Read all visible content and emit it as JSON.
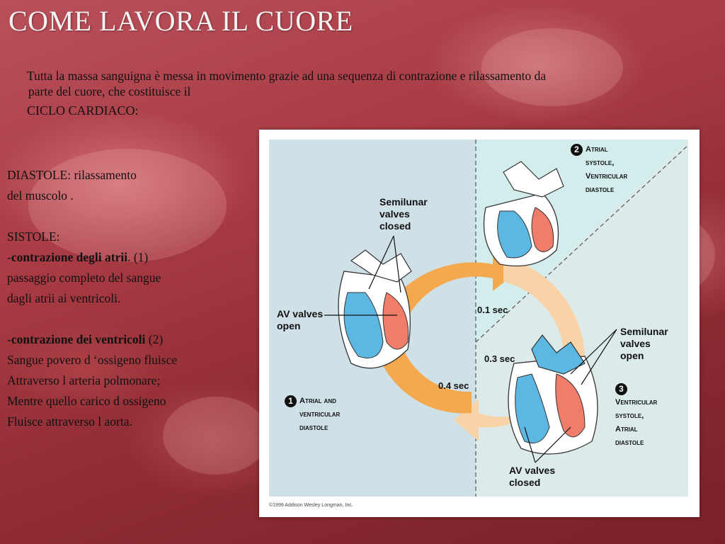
{
  "slide": {
    "title": "COME LAVORA IL CUORE",
    "intro_line1": "Tutta la massa sanguigna è messa in movimento grazie ad una sequenza di contrazione e rilassamento da",
    "intro_line2": "parte del cuore, che costituisce il",
    "cycle": "CICLO CARDIACO:"
  },
  "left_text": {
    "diastole_1": "DIASTOLE:  rilassamento",
    "diastole_2": "del muscolo .",
    "sistole": "SISTOLE:",
    "atri_prefix": "-",
    "atri_bold": "contrazione degli atrii",
    "atri_suffix": ". (1)",
    "atri_2": "passaggio completo del sangue",
    "atri_3": "dagli atrii ai ventricoli.",
    "ventr_prefix": "-",
    "ventr_bold": "contrazione dei ventricoli",
    "ventr_suffix": " (2)",
    "ventr_2": "Sangue povero d ‘ossigeno fluisce",
    "ventr_3": "Attraverso l arteria polmonare;",
    "ventr_4": "Mentre quello carico d ossigeno",
    "ventr_5": "Fluisce attraverso l aorta."
  },
  "diagram": {
    "semilunar_closed_1": "Semilunar",
    "semilunar_closed_2": "valves",
    "semilunar_closed_3": "closed",
    "av_open_1": "AV valves",
    "av_open_2": "open",
    "step1_num": "1",
    "step1_line1": "Atrial and",
    "step1_line2": "ventricular",
    "step1_line3": "diastole",
    "step2_num": "2",
    "step2_line1": "Atrial",
    "step2_line2": "systole,",
    "step2_line3": "Ventricular",
    "step2_line4": "diastole",
    "step3_num": "3",
    "step3_line1": "Ventricular",
    "step3_line2": "systole,",
    "step3_line3": "Atrial",
    "step3_line4": "diastole",
    "time_01": "0.1 sec",
    "time_03": "0.3 sec",
    "time_04": "0.4 sec",
    "semilunar_open_1": "Semilunar",
    "semilunar_open_2": "valves",
    "semilunar_open_3": "open",
    "av_closed_1": "AV valves",
    "av_closed_2": "closed",
    "copyright": "©1999 Addison Wesley Longman, Inc."
  },
  "colors": {
    "arrow_orange": "#f5a94e",
    "arrow_light": "#f9d3a8",
    "blood_blue": "#5cb7e3",
    "blood_red": "#f07c6a",
    "panel_grey": "#cfe0e6",
    "panel_teal": "#d3ecec"
  }
}
